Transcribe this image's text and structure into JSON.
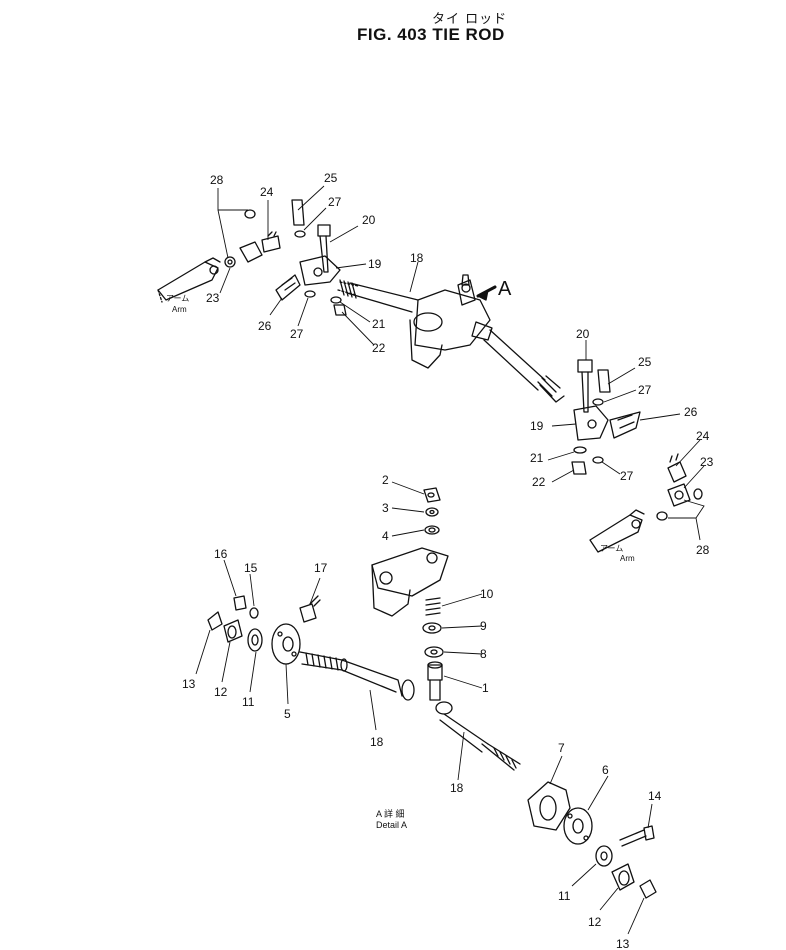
{
  "figure": {
    "title_jp": "タイ ロッド",
    "title_en": "FIG. 403  TIE ROD",
    "arrow_label": "A",
    "detail_jp": "A 詳 細",
    "detail_en": "Detail A",
    "arm_jp": "アーム",
    "arm_en": "Arm"
  },
  "callouts": {
    "c28a": "28",
    "c24a": "24",
    "c25a": "25",
    "c27a": "27",
    "c20a": "20",
    "c19a": "19",
    "c18a": "18",
    "c23a": "23",
    "c26a": "26",
    "c27b": "27",
    "c21a": "21",
    "c22a": "22",
    "c20b": "20",
    "c25b": "25",
    "c27c": "27",
    "c26b": "26",
    "c19b": "19",
    "c24b": "24",
    "c23b": "23",
    "c21b": "21",
    "c27d": "27",
    "c22b": "22",
    "c28b": "28",
    "c2": "2",
    "c3": "3",
    "c4": "4",
    "c10": "10",
    "c9": "9",
    "c8": "8",
    "c1": "1",
    "c16": "16",
    "c15": "15",
    "c17": "17",
    "c13a": "13",
    "c12a": "12",
    "c11a": "11",
    "c5": "5",
    "c18b": "18",
    "c18c": "18",
    "c7": "7",
    "c6": "6",
    "c14": "14",
    "c11b": "11",
    "c12b": "12",
    "c13b": "13"
  }
}
